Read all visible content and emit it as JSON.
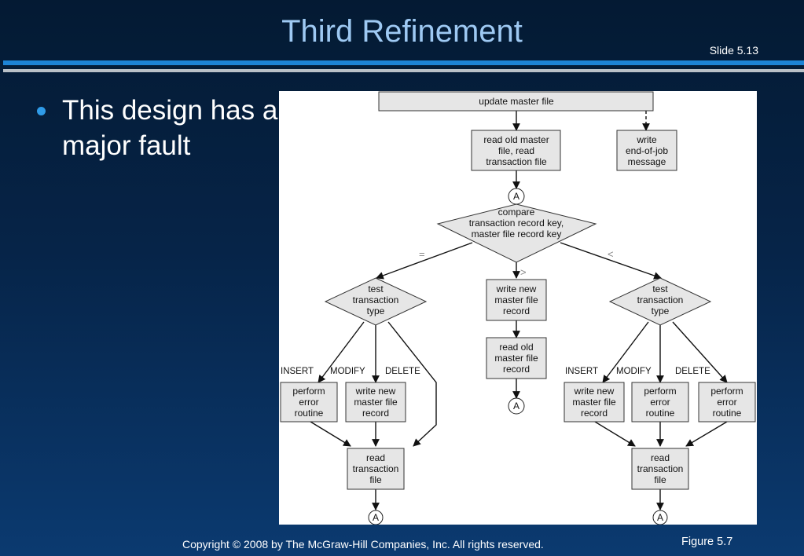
{
  "slide": {
    "title": "Third Refinement",
    "slide_number": "Slide 5.13",
    "bullet": "This design has a major fault",
    "copyright": "Copyright © 2008 by The McGraw-Hill Companies, Inc.  All rights reserved.",
    "figure_caption": "Figure 5.7"
  },
  "diagram": {
    "nodes": {
      "update_master": [
        "update master file"
      ],
      "read_old_master": [
        "read old master",
        "file, read",
        "transaction file"
      ],
      "write_eoj": [
        "write",
        "end-of-job",
        "message"
      ],
      "connector_top": [
        "A"
      ],
      "compare": [
        "compare",
        "transaction record key,",
        "master file record key"
      ],
      "test_left": [
        "test",
        "transaction",
        "type"
      ],
      "write_new_mid": [
        "write new",
        "master file",
        "record"
      ],
      "read_old_mid": [
        "read old",
        "master file",
        "record"
      ],
      "connector_mid": [
        "A"
      ],
      "test_right": [
        "test",
        "transaction",
        "type"
      ],
      "l_error": [
        "perform",
        "error",
        "routine"
      ],
      "l_write_new": [
        "write new",
        "master file",
        "record"
      ],
      "l_read_trans": [
        "read",
        "transaction",
        "file"
      ],
      "l_connector": [
        "A"
      ],
      "r_write_new": [
        "write new",
        "master file",
        "record"
      ],
      "r_error1": [
        "perform",
        "error",
        "routine"
      ],
      "r_error2": [
        "perform",
        "error",
        "routine"
      ],
      "r_read_trans": [
        "read",
        "transaction",
        "file"
      ],
      "r_connector": [
        "A"
      ]
    },
    "branch_labels": {
      "equal": "=",
      "greater": ">",
      "less": "<"
    },
    "left_labels": [
      "INSERT",
      "MODIFY",
      "DELETE"
    ],
    "right_labels": [
      "INSERT",
      "MODIFY",
      "DELETE"
    ]
  }
}
